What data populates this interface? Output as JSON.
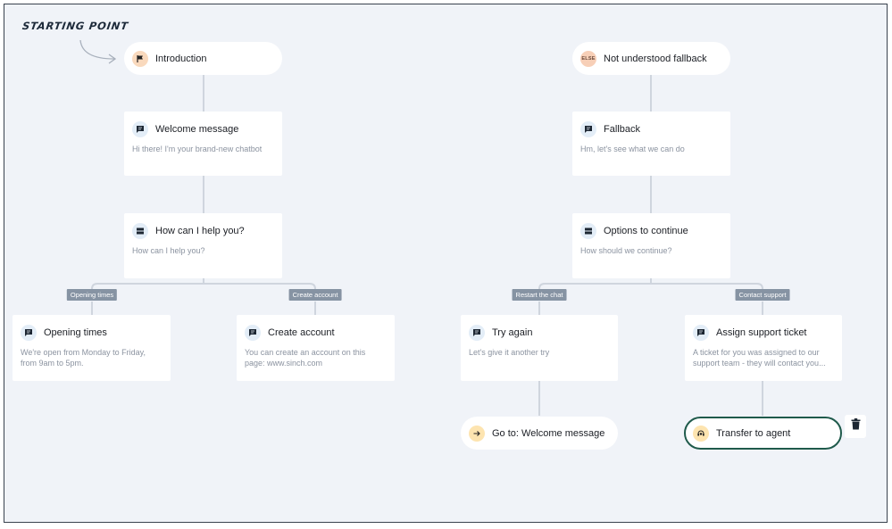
{
  "starting_point_label": "STARTING POINT",
  "start_nodes": {
    "introduction": "Introduction",
    "not_understood": "Not understood fallback",
    "else_badge": "ELSE"
  },
  "nodes": {
    "welcome": {
      "title": "Welcome message",
      "desc": "Hi there! I'm your brand-new chatbot"
    },
    "help": {
      "title": "How can I help you?",
      "desc": "How can I help you?"
    },
    "opening": {
      "title": "Opening times",
      "desc": "We're open from Monday to Friday, from 9am to 5pm."
    },
    "create": {
      "title": "Create account",
      "desc": "You can create an account on this page: www.sinch.com"
    },
    "fallback": {
      "title": "Fallback",
      "desc": "Hm, let's see what we can do"
    },
    "options": {
      "title": "Options to continue",
      "desc": "How should we continue?"
    },
    "try_again": {
      "title": "Try again",
      "desc": "Let's give it another try"
    },
    "assign": {
      "title": "Assign support ticket",
      "desc": "A ticket for you was assigned to our support team - they will contact you..."
    }
  },
  "branch_tags": {
    "opening_times": "Opening times",
    "create_account": "Create account",
    "restart_chat": "Restart the chat",
    "contact_support": "Contact support"
  },
  "end_nodes": {
    "goto_welcome": "Go to: Welcome message",
    "transfer_agent": "Transfer to agent"
  },
  "colors": {
    "canvas": "#f0f3f8",
    "connector": "#cfd5de",
    "tag": "#8693a3",
    "highlight_border": "#1f5a4b"
  }
}
